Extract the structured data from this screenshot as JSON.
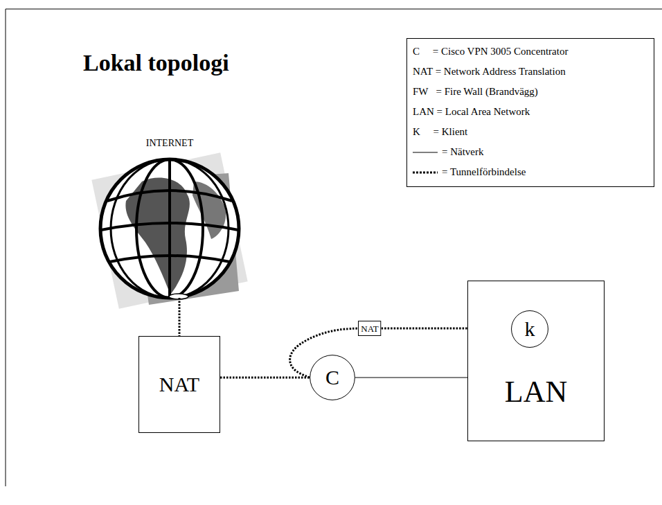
{
  "diagram": {
    "title": "Lokal topologi",
    "nodes": [
      {
        "text": [
          "INTERNET"
        ]
      },
      {
        "text": [
          "NAT"
        ]
      },
      {
        "text": [
          "LAN"
        ]
      },
      {
        "text": [
          "k"
        ],
        "in": 2
      },
      {
        "text": [
          "NAT"
        ]
      },
      {
        "text": [
          "C"
        ]
      }
    ],
    "edges": [
      {
        "from": 0,
        "to": 4,
        "arrow": "none"
      },
      {
        "from": 4,
        "to": 5,
        "arrow": "none"
      },
      {
        "from": 5,
        "to": 2,
        "arrow": "none"
      },
      {
        "from": 5,
        "to": 1,
        "arrow": "none"
      },
      {
        "from": 1,
        "to": 3,
        "arrow": "none"
      }
    ],
    "legend": [
      {
        "text": "C     = Cisco VPN 3005 Concentrator"
      },
      {
        "text": "NAT = Network Address Translation"
      },
      {
        "text": "FW   = Fire Wall (Brandvägg)"
      },
      {
        "text": "LAN = Local Area Network"
      },
      {
        "text": "K     = Klient"
      },
      {
        "text": "= Nätverk"
      },
      {
        "text": "= Tunnelförbindelse"
      }
    ]
  }
}
